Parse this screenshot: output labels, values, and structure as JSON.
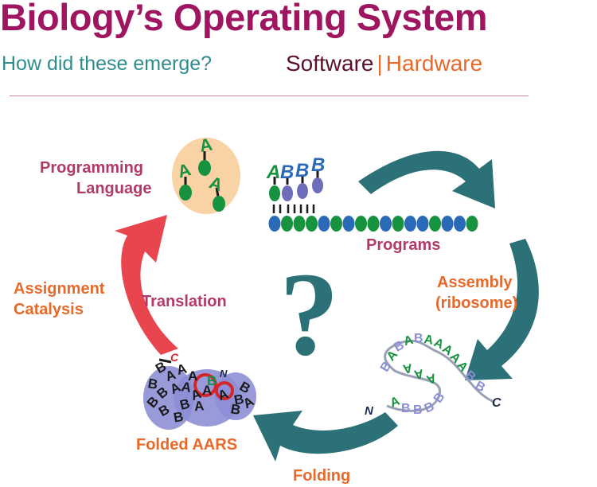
{
  "header": {
    "title": "Biology’s Operating System",
    "subtitle": "How did these emerge?",
    "software": "Software",
    "separator": "|",
    "hardware": "Hardware"
  },
  "labels": {
    "programming_language_1": "Programming",
    "programming_language_2": "Language",
    "programs": "Programs",
    "assembly_1": "Assembly",
    "assembly_2": "(ribosome)",
    "folding": "Folding",
    "folded_aars": "Folded AARS",
    "assignment_1": "Assignment",
    "assignment_2": "Catalysis",
    "translation": "Translation",
    "question": "?"
  },
  "language_letters": [
    "A",
    "A",
    "A"
  ],
  "program_tops": [
    "A",
    "B",
    "B",
    "B"
  ],
  "chain_letters": [
    "B",
    "A",
    "B",
    "A",
    "B",
    "A",
    "A",
    "A",
    "A",
    "A",
    "B",
    "B",
    "A",
    "A",
    "A",
    "A",
    "B",
    "B",
    "B",
    "B"
  ],
  "terminals": {
    "n": "N",
    "c": "C",
    "fold_c": "C",
    "fold_n": "N"
  },
  "fold_letters": [
    "B",
    "A",
    "B",
    "A",
    "A",
    "B",
    "A",
    "B",
    "A",
    "B",
    "A",
    "A",
    "B",
    "A",
    "B",
    "B",
    "A",
    "B",
    "B",
    "A",
    "B"
  ],
  "colors": {
    "title": "#a0155f",
    "subtitle": "#2e8c8c",
    "software": "#5c0f2e",
    "hardware": "#e8692a",
    "label_maroon": "#b23a68",
    "label_orange": "#e8692a",
    "arrow_teal": "#2c7177",
    "arrow_red": "#e8454f",
    "green": "#17923f",
    "blue": "#2a6ab6",
    "purple": "#6d6db9",
    "lavender": "#8d8fd6",
    "peach": "#f9d3a5",
    "chain_grey": "#9aa0b4",
    "question": "#2c7177",
    "rule": "#c9869f"
  }
}
